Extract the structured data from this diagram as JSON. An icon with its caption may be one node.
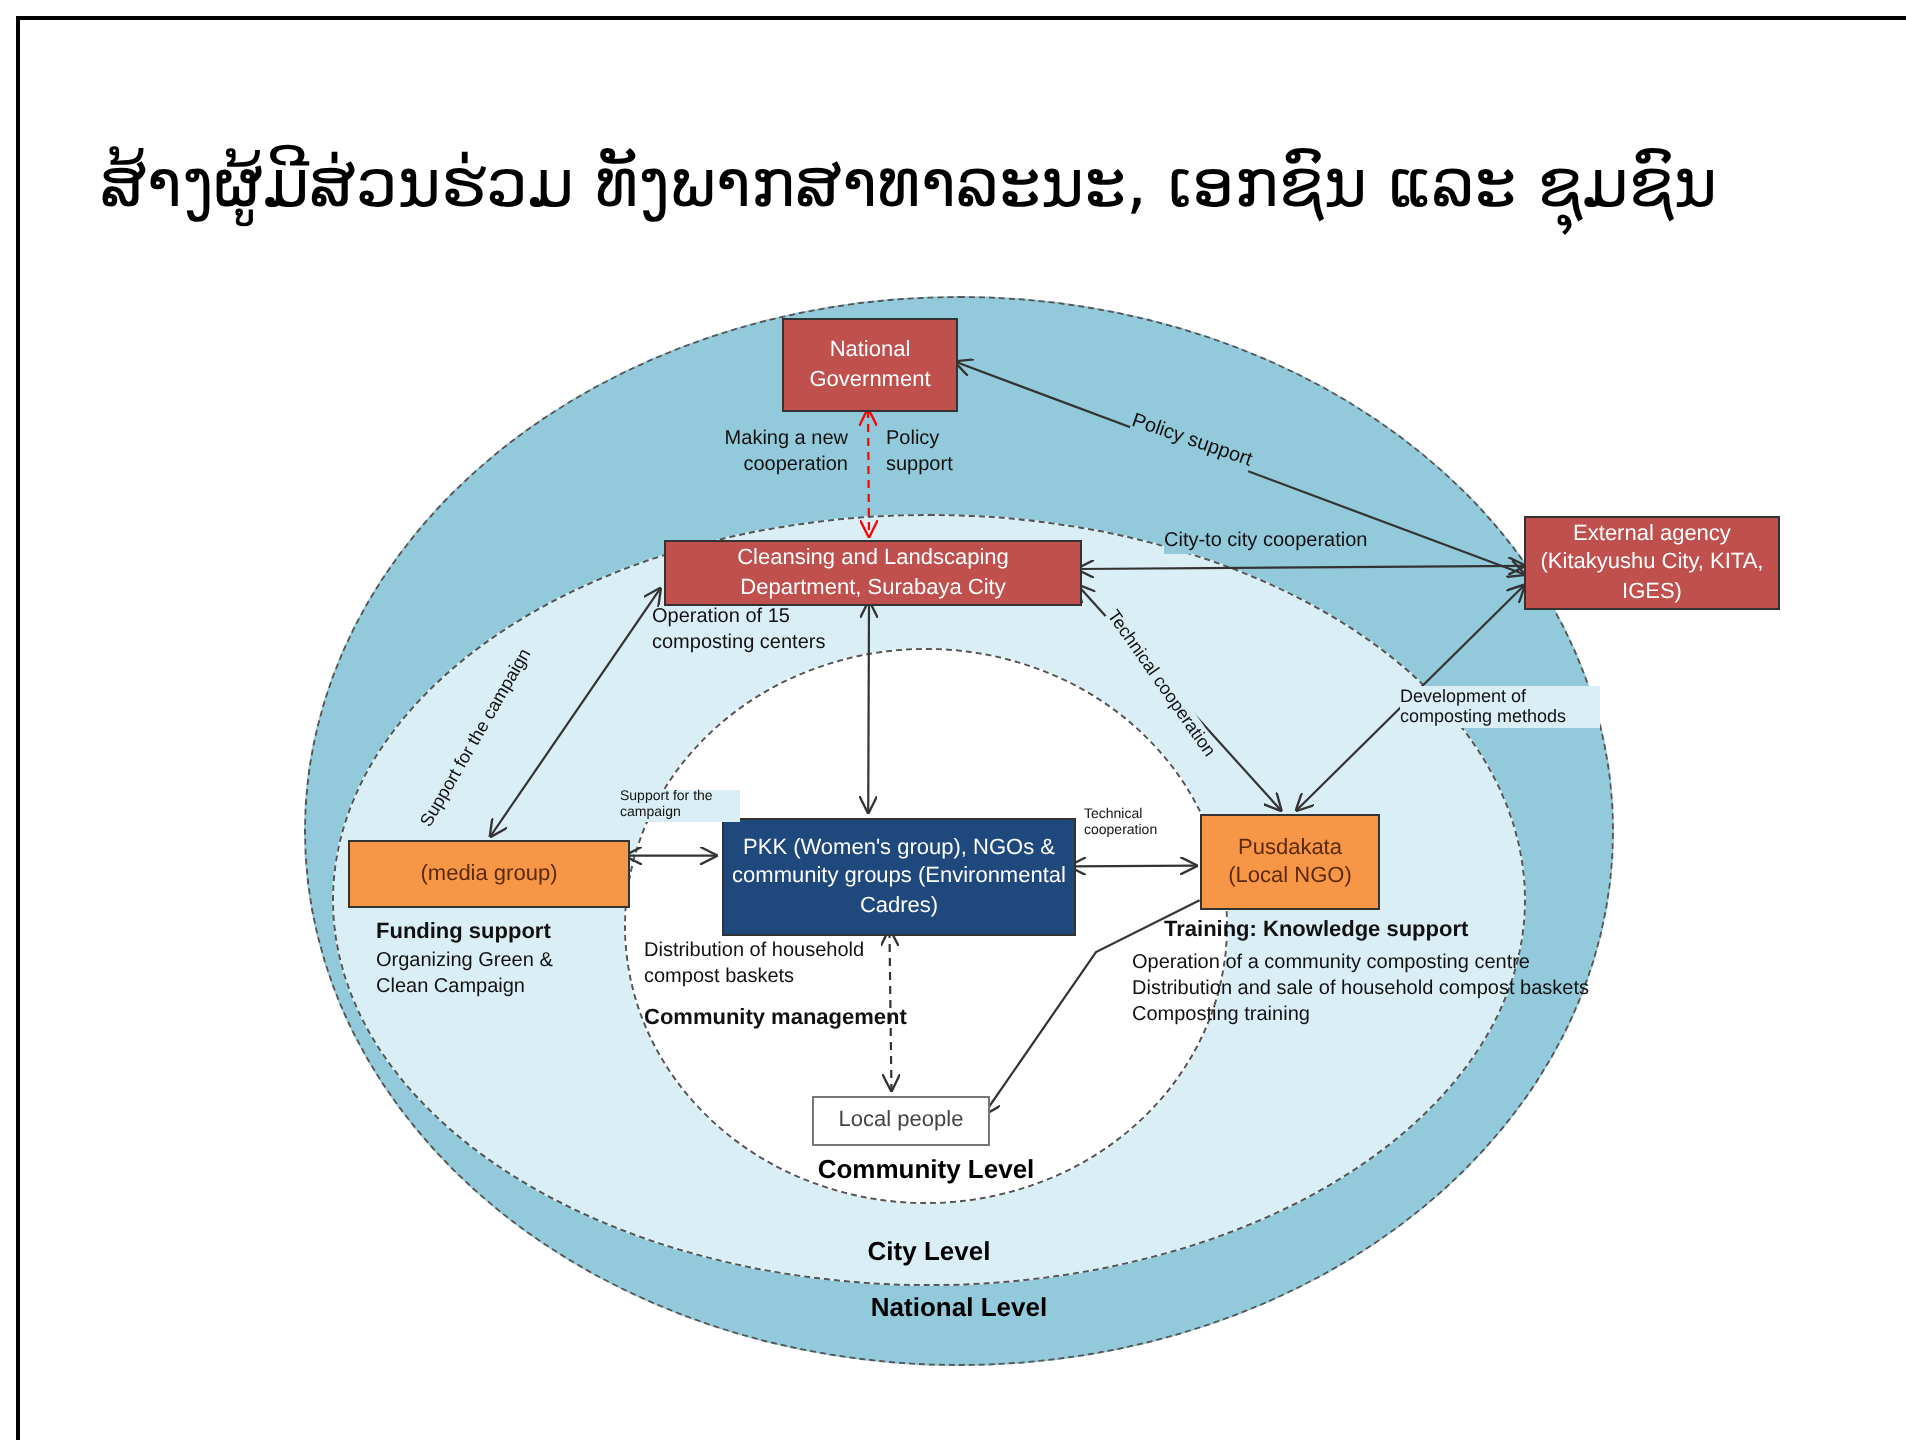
{
  "diagram": {
    "title": "ສ້າງຜູ້ມີສ່ວນຮ່ວມ ທັງພາກສາທາລະນະ, ເອກຊົນ ແລະ ຊຸມຊົນ",
    "nodes": [
      {
        "text": [
          "National Level"
        ]
      },
      {
        "text": [
          "City Level"
        ],
        "in": 0
      },
      {
        "text": [
          "Community Level"
        ],
        "in": 1
      },
      {
        "text": [
          "National Government"
        ],
        "in": 0
      },
      {
        "text": [
          "Cleansing and Landscaping Department, Surabaya City"
        ],
        "beside": [
          "Operation of 15 composting centers"
        ],
        "in": 1
      },
      {
        "text": [
          "External agency (Kitakyushu City, KITA, IGES)"
        ]
      },
      {
        "text": [
          "(media group)"
        ],
        "beside": [
          "Funding support",
          "Organizing Green & Clean Campaign"
        ],
        "in": 1
      },
      {
        "text": [
          "PKK (Women's group), NGOs & community groups (Environmental Cadres)"
        ],
        "beside": [
          "Distribution of household compost baskets",
          "Community management"
        ],
        "in": 2
      },
      {
        "text": [
          "Pusdakata (Local NGO)"
        ],
        "beside": [
          "Training: Knowledge support",
          "Operation of a community composting centre",
          "Distribution and sale of household compost baskets",
          "Composting training"
        ],
        "in": 1
      },
      {
        "text": [
          "Local people"
        ],
        "in": 2
      }
    ],
    "edges": [
      {
        "from": 3,
        "to": 4,
        "arrow": "both",
        "style": "dashed",
        "color": "#ff0000"
      },
      {
        "from": 3,
        "to": 5,
        "arrow": "both",
        "label": "Policy support"
      },
      {
        "from": 4,
        "to": 5,
        "arrow": "both",
        "label": "City-to city cooperation"
      },
      {
        "from": 6,
        "to": 4,
        "arrow": "both",
        "label": "Support for the campaign"
      },
      {
        "from": 4,
        "to": 7,
        "arrow": "both"
      },
      {
        "from": 4,
        "to": 8,
        "arrow": "both",
        "label": "Technical cooperation"
      },
      {
        "from": 5,
        "to": 8,
        "arrow": "both",
        "label": "Development of composting methods"
      },
      {
        "from": 6,
        "to": 7,
        "arrow": "both",
        "label": "Support for the campaign"
      },
      {
        "from": 7,
        "to": 8,
        "arrow": "both",
        "label": "Technical cooperation"
      },
      {
        "from": 7,
        "to": 9,
        "arrow": "both",
        "style": "dashed"
      },
      {
        "from": 8,
        "to": 9,
        "arrow": "to"
      }
    ],
    "labels": [
      "Making a new cooperation",
      "Policy support"
    ]
  }
}
